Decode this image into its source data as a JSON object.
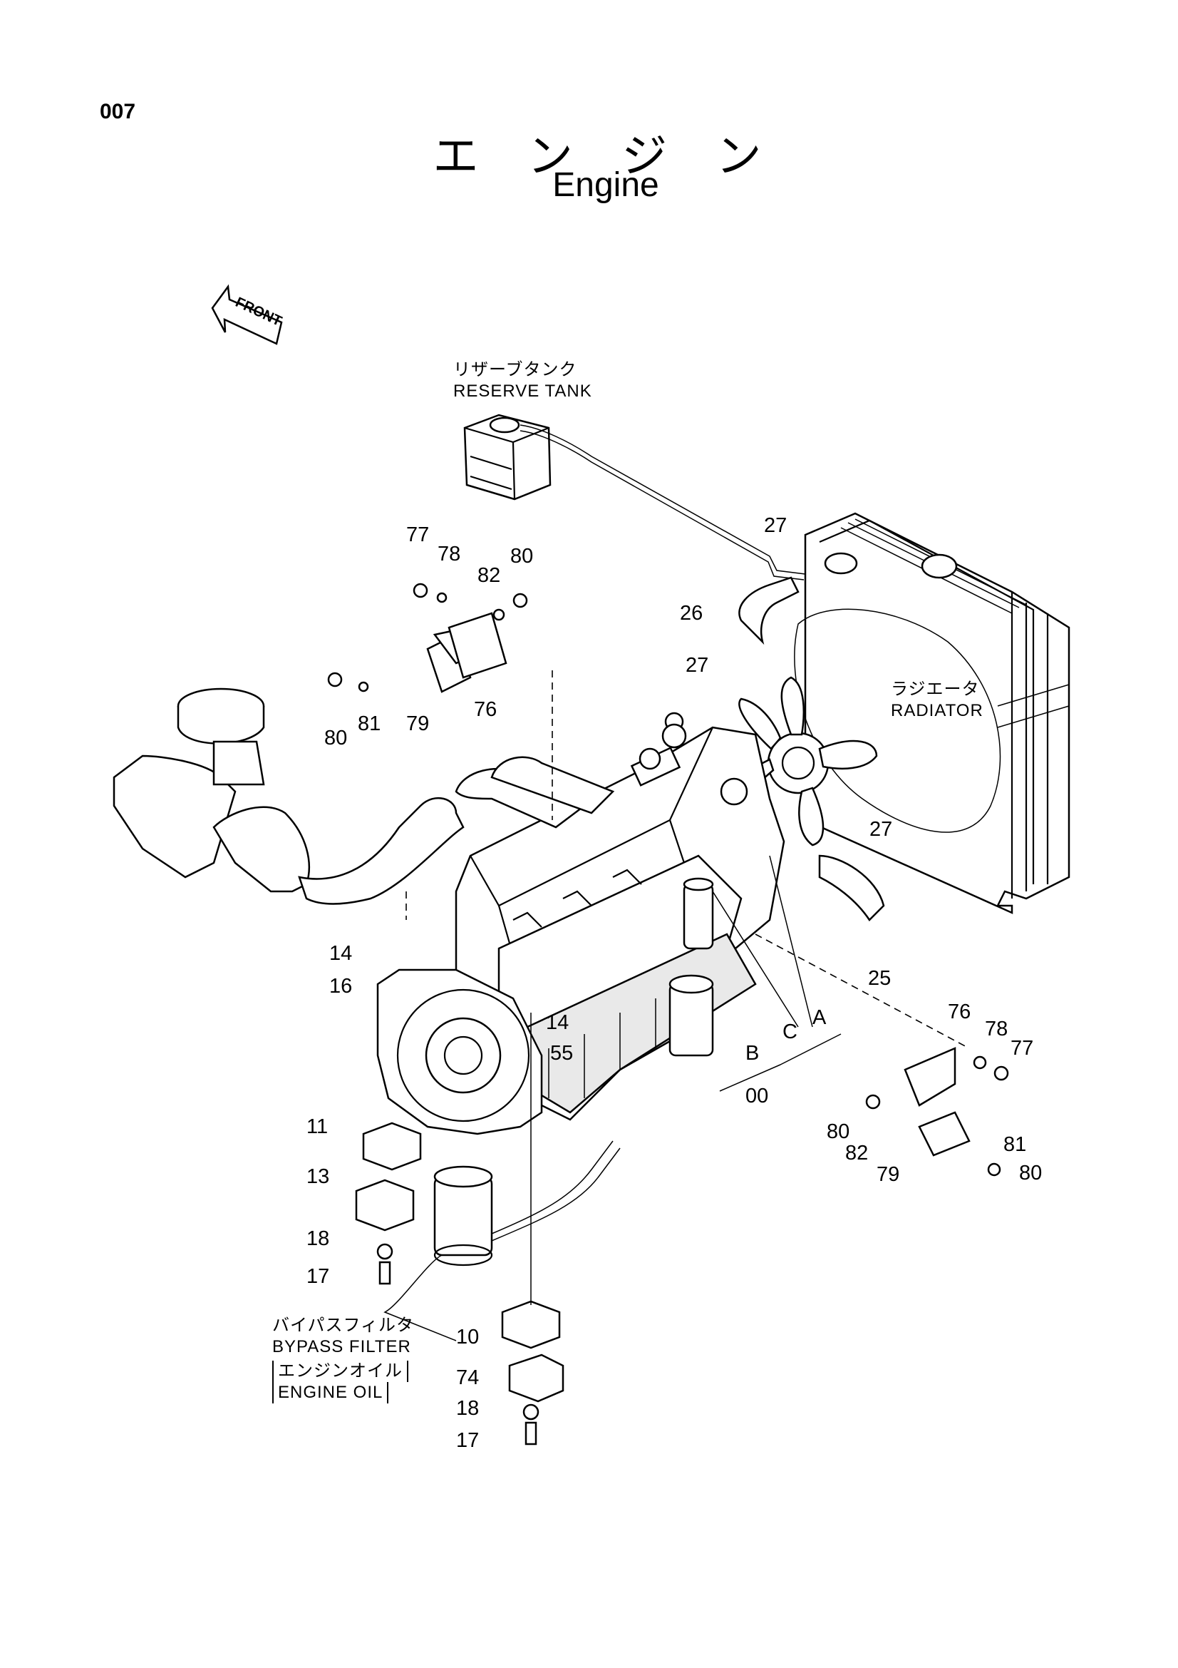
{
  "page": {
    "number": "007",
    "title_jp": "エ ン ジ ン",
    "title_en": "Engine"
  },
  "front_marker": "FRONT",
  "components": {
    "reserve_tank": {
      "jp": "リザーブタンク",
      "en": "RESERVE TANK"
    },
    "radiator": {
      "jp": "ラジエータ",
      "en": "RADIATOR"
    },
    "bypass_filter": {
      "jp": "バイパスフィルタ",
      "en": "BYPASS FILTER",
      "sub_jp": "エンジンオイル",
      "sub_en": "ENGINE OIL"
    }
  },
  "callouts": {
    "c77a": "77",
    "c78a": "78",
    "c80a": "80",
    "c82a": "82",
    "c80b": "80",
    "c81a": "81",
    "c79a": "79",
    "c76a": "76",
    "c27a": "27",
    "c26": "26",
    "c27b": "27",
    "c27c": "27",
    "c25": "25",
    "c14a": "14",
    "c16": "16",
    "c14b": "14",
    "c55": "55",
    "cA": "A",
    "cC": "C",
    "cB": "B",
    "c00": "00",
    "c76b": "76",
    "c78b": "78",
    "c77b": "77",
    "c80c": "80",
    "c82b": "82",
    "c81b": "81",
    "c79b": "79",
    "c80d": "80",
    "c11": "11",
    "c13": "13",
    "c18a": "18",
    "c17a": "17",
    "c10": "10",
    "c74": "74",
    "c18b": "18",
    "c17b": "17"
  }
}
